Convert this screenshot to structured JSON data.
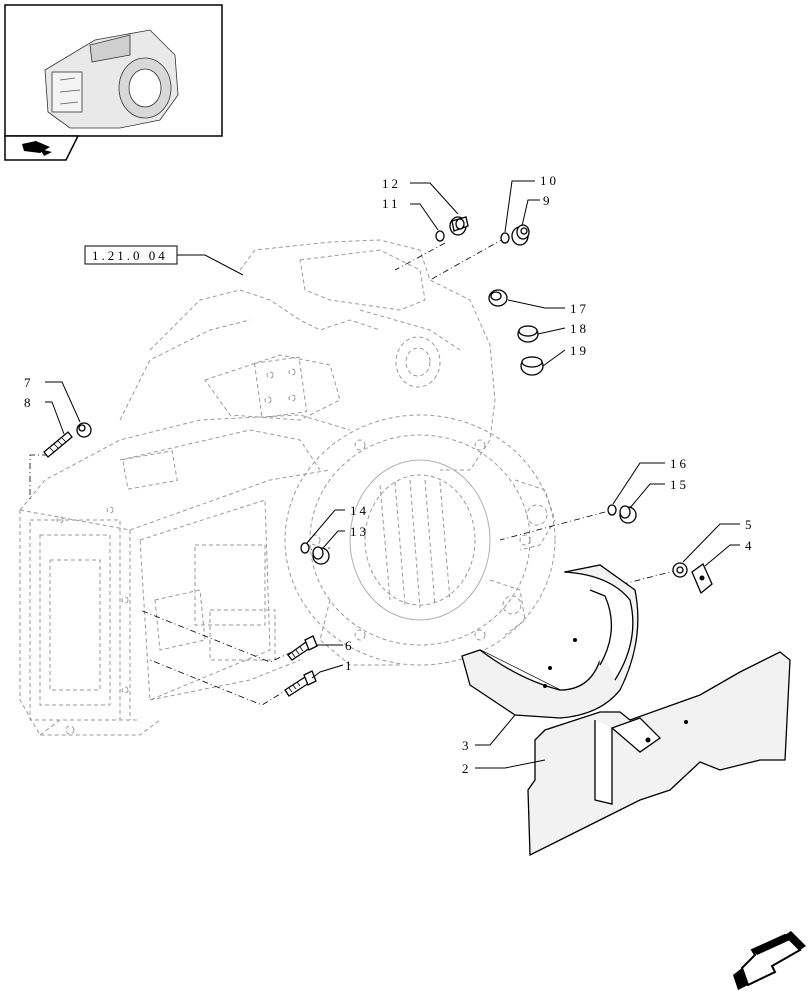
{
  "reference_box": {
    "text": "1.21.0 04"
  },
  "callouts": [
    {
      "id": "12",
      "text": "12"
    },
    {
      "id": "11",
      "text": "11"
    },
    {
      "id": "10",
      "text": "10"
    },
    {
      "id": "9",
      "text": "9"
    },
    {
      "id": "17",
      "text": "17"
    },
    {
      "id": "18",
      "text": "18"
    },
    {
      "id": "19",
      "text": "19"
    },
    {
      "id": "7",
      "text": "7"
    },
    {
      "id": "8",
      "text": "8"
    },
    {
      "id": "16",
      "text": "16"
    },
    {
      "id": "15",
      "text": "15"
    },
    {
      "id": "14",
      "text": "14"
    },
    {
      "id": "13",
      "text": "13"
    },
    {
      "id": "5",
      "text": "5"
    },
    {
      "id": "4",
      "text": "4"
    },
    {
      "id": "6",
      "text": "6"
    },
    {
      "id": "1",
      "text": "1"
    },
    {
      "id": "3",
      "text": "3"
    },
    {
      "id": "2",
      "text": "2"
    }
  ],
  "icons": {
    "thumbnail": "transmission-housing-thumbnail",
    "nav_back": "book-arrow-icon",
    "nav_next": "next-page-arrow-icon"
  }
}
